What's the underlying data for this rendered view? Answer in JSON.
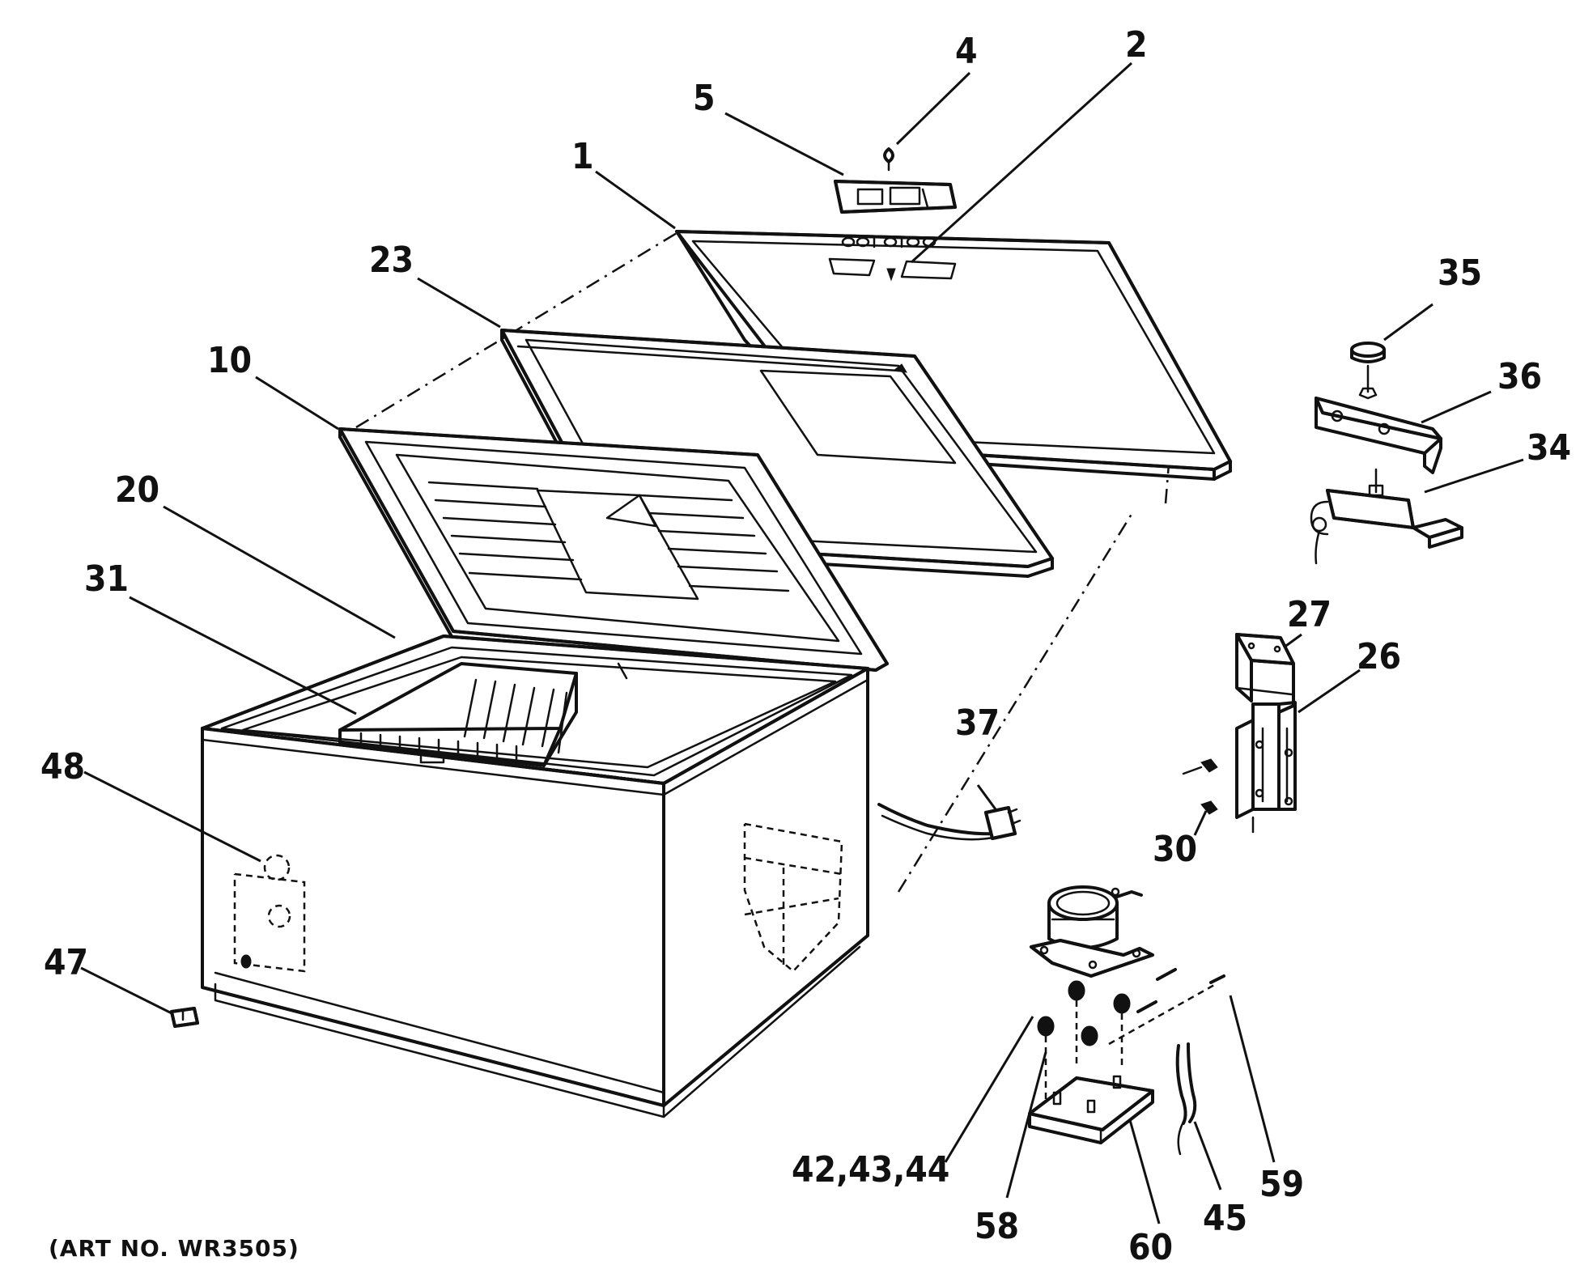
{
  "diagram": {
    "art_number": "(ART NO. WR3505)",
    "parts": [
      {
        "id": "1",
        "label": "1"
      },
      {
        "id": "2",
        "label": "2"
      },
      {
        "id": "4",
        "label": "4"
      },
      {
        "id": "5",
        "label": "5"
      },
      {
        "id": "10",
        "label": "10"
      },
      {
        "id": "20",
        "label": "20"
      },
      {
        "id": "23",
        "label": "23"
      },
      {
        "id": "26",
        "label": "26"
      },
      {
        "id": "27",
        "label": "27"
      },
      {
        "id": "30",
        "label": "30"
      },
      {
        "id": "31",
        "label": "31"
      },
      {
        "id": "34",
        "label": "34"
      },
      {
        "id": "35",
        "label": "35"
      },
      {
        "id": "36",
        "label": "36"
      },
      {
        "id": "37",
        "label": "37"
      },
      {
        "id": "42-43-44",
        "label": "42,43,44"
      },
      {
        "id": "45",
        "label": "45"
      },
      {
        "id": "47",
        "label": "47"
      },
      {
        "id": "48",
        "label": "48"
      },
      {
        "id": "58",
        "label": "58"
      },
      {
        "id": "59",
        "label": "59"
      },
      {
        "id": "60",
        "label": "60"
      }
    ]
  }
}
